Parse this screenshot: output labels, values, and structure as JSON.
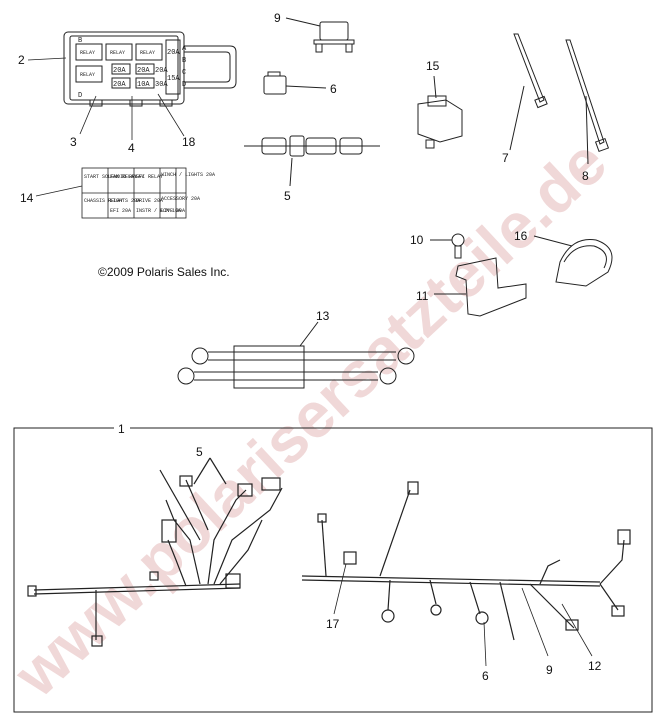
{
  "copyright": "©2009 Polaris Sales Inc.",
  "watermark": "www.polarisersatzteile.de",
  "callouts": {
    "c1": "1",
    "c2": "2",
    "c3": "3",
    "c4": "4",
    "c5a": "5",
    "c5b": "5",
    "c6a": "6",
    "c6b": "6",
    "c7": "7",
    "c8": "8",
    "c9a": "9",
    "c9b": "9",
    "c10": "10",
    "c11": "11",
    "c12": "12",
    "c13": "13",
    "c14": "14",
    "c15": "15",
    "c16": "16",
    "c17": "17",
    "c18": "18"
  },
  "fuse_box": {
    "relay": "RELAY",
    "fuses_top": [
      "20A",
      "20A",
      "20A"
    ],
    "fuses_bottom": [
      "20A",
      "10A",
      "30A"
    ],
    "fuses_side": [
      "20A",
      "15A"
    ],
    "letters": [
      "A",
      "B",
      "C",
      "D"
    ],
    "side_letters": [
      "B",
      "D"
    ]
  },
  "label_14": {
    "cells": [
      "START SOLENOID RELAY",
      "FAN RELAY",
      "EFI RELAY",
      "WINCH / LIGHTS 20A",
      "CHASSIS RELAY",
      "LIGHTS 20A",
      "DRIVE 20A",
      "ACCESSORY 20A",
      "",
      "EFI 20A",
      "INSTR / ECM 10A",
      "LIVE 30A"
    ]
  }
}
